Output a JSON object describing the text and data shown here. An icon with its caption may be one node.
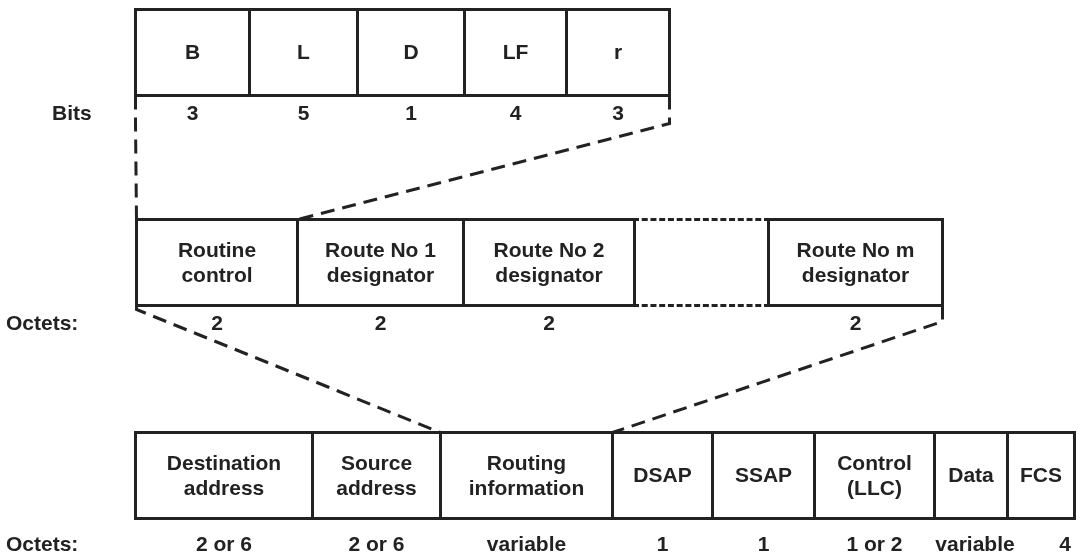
{
  "diagram": {
    "nodes": [
      {
        "text": [
          "B"
        ],
        "beside": [
          "3"
        ]
      },
      {
        "text": [
          "L"
        ],
        "beside": [
          "5"
        ]
      },
      {
        "text": [
          "D"
        ],
        "beside": [
          "1"
        ]
      },
      {
        "text": [
          "LF"
        ],
        "beside": [
          "4"
        ]
      },
      {
        "text": [
          "r"
        ],
        "beside": [
          "3"
        ]
      },
      {
        "text": [
          "Routine control"
        ],
        "beside": [
          "2"
        ]
      },
      {
        "text": [
          "Route No 1 designator"
        ],
        "beside": [
          "2"
        ]
      },
      {
        "text": [
          "Route No 2 designator"
        ],
        "beside": [
          "2"
        ]
      },
      {
        "text": [],
        "shape": "box"
      },
      {
        "text": [
          "Route No m designator"
        ],
        "beside": [
          "2"
        ]
      },
      {
        "text": [
          "Destination address"
        ],
        "beside": [
          "2 or 6"
        ]
      },
      {
        "text": [
          "Source address"
        ],
        "beside": [
          "2 or 6"
        ]
      },
      {
        "text": [
          "Routing information"
        ],
        "beside": [
          "variable"
        ]
      },
      {
        "text": [
          "DSAP"
        ],
        "beside": [
          "1"
        ]
      },
      {
        "text": [
          "SSAP"
        ],
        "beside": [
          "1"
        ]
      },
      {
        "text": [
          "Control (LLC)"
        ],
        "beside": [
          "1 or 2"
        ]
      },
      {
        "text": [
          "Data"
        ],
        "beside": [
          "variable"
        ]
      },
      {
        "text": [
          "FCS"
        ],
        "beside": [
          "4"
        ]
      }
    ],
    "edges": [
      {
        "from": 0,
        "to": 5,
        "arrow": "none",
        "style": "dashed"
      },
      {
        "from": 4,
        "to": 5,
        "arrow": "none",
        "style": "dashed"
      },
      {
        "from": 5,
        "to": 12,
        "arrow": "none",
        "style": "dashed"
      },
      {
        "from": 9,
        "to": 12,
        "arrow": "none",
        "style": "dashed"
      }
    ],
    "labels": [
      "Bits",
      "Octets:",
      "Octets:"
    ]
  }
}
